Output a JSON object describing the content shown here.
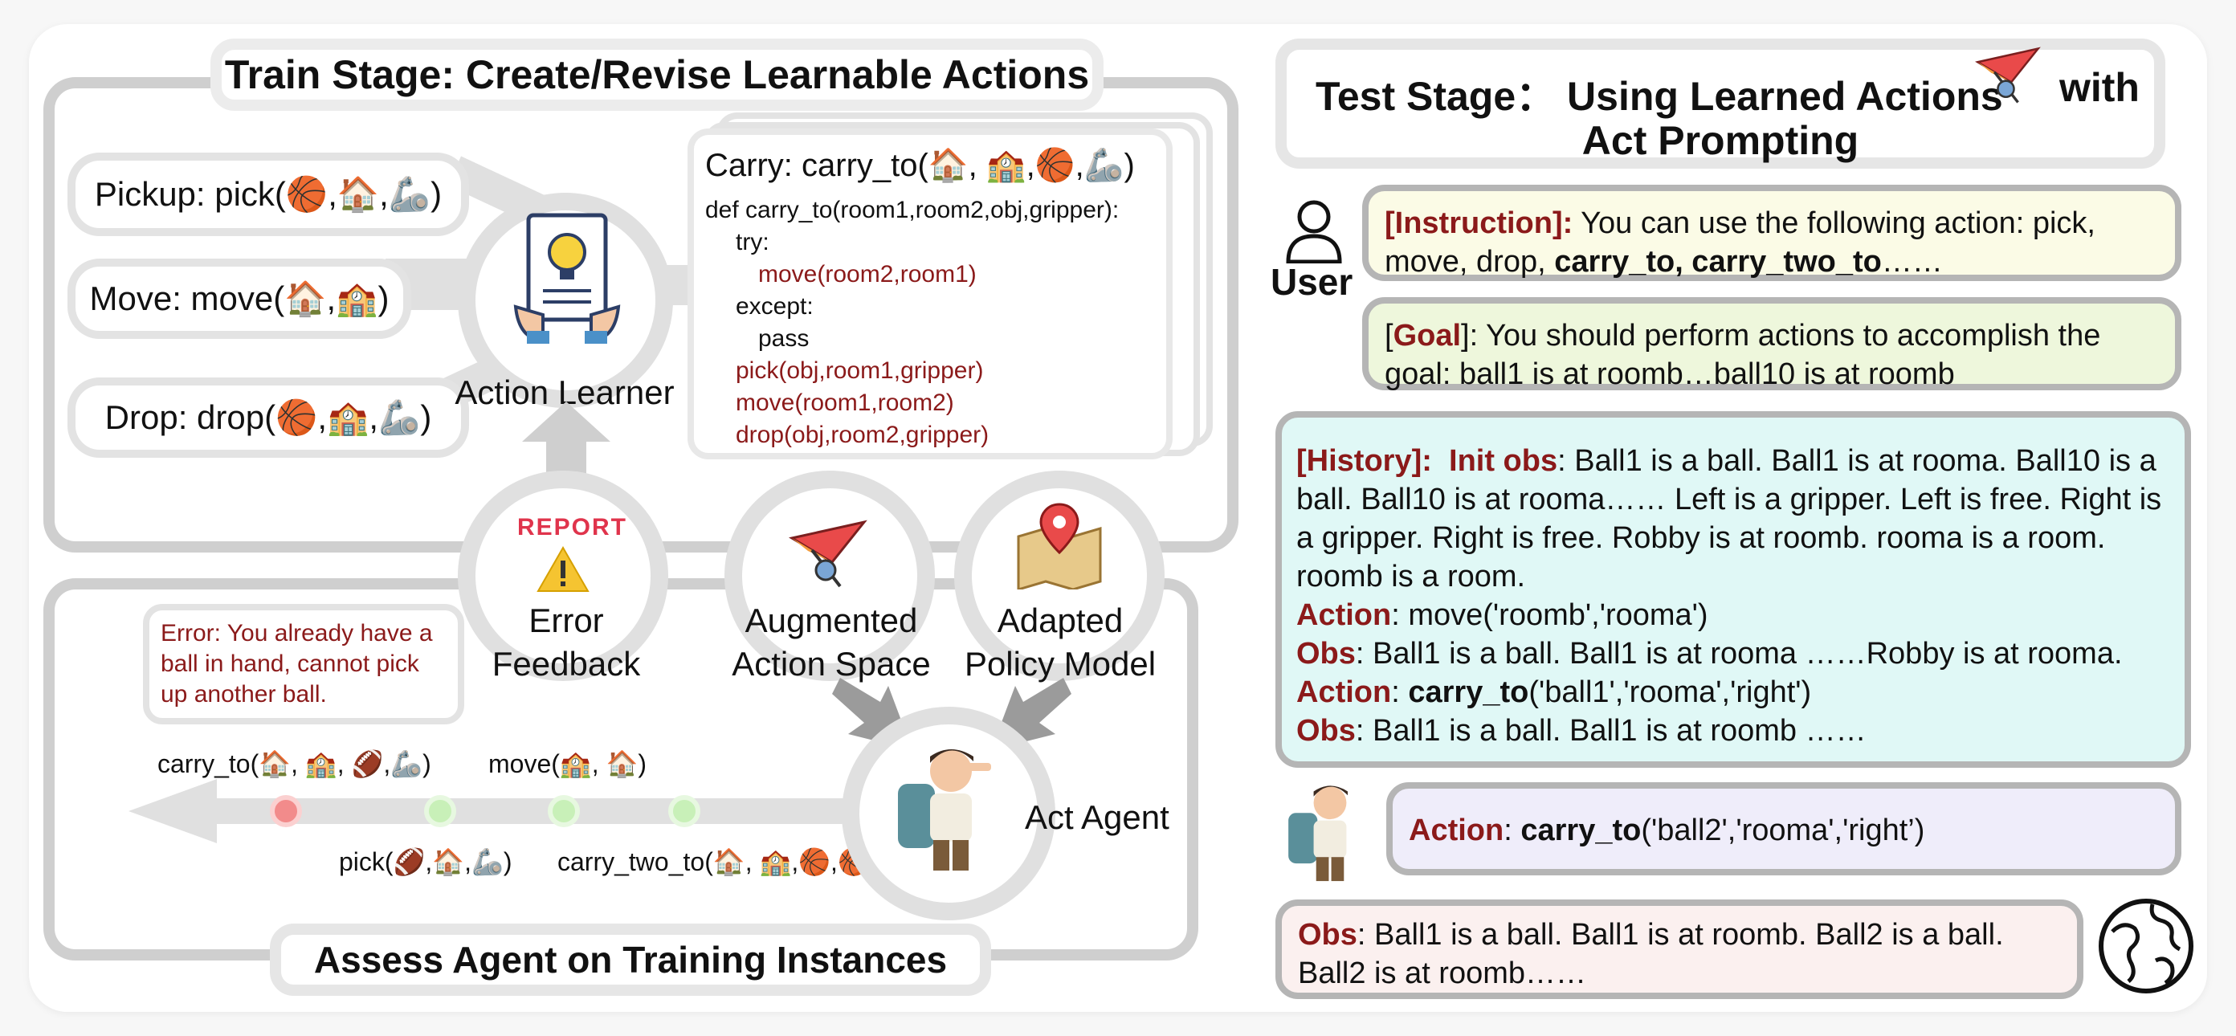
{
  "train_title": "Train Stage: Create/Revise Learnable Actions",
  "test_title_line1": "Test Stage： Using Learned Actions",
  "test_title_with": "with",
  "test_title_line2": "Act Prompting",
  "assess_title": "Assess Agent on Training Instances",
  "pickup_label": "Pickup:  pick(🏀,🏠,🦾)",
  "move_label": "Move:  move(🏠,🏫)",
  "drop_label": "Drop:  drop(🏀,🏫,🦾)",
  "action_learner": "Action Learner",
  "carry_header": "Carry:  carry_to(🏠, 🏫,🏀,🦾)",
  "code": {
    "def": "def carry_to(room1,room2,obj,gripper):",
    "try": "try:",
    "move1": "move(room2,room1)",
    "except": "except:",
    "pass": "pass",
    "pick": "pick(obj,room1,gripper)",
    "move2": "move(room1,room2)",
    "drop": "drop(obj,room2,gripper)"
  },
  "error_feedback": [
    "Error",
    "Feedback"
  ],
  "report_icon_text": "REPORT",
  "augmented_action_space": [
    "Augmented",
    "Action Space"
  ],
  "adapted_policy_model": [
    "Adapted",
    "Policy Model"
  ],
  "error_message": "Error: You already have a ball in hand, cannot pick up another ball.",
  "traj_labels": {
    "carry_to": "carry_to(🏠, 🏫, 🏈,🦾)",
    "move": "move(🏫, 🏠)",
    "pick": "pick(🏈,🏠,🦾)",
    "carry_two_to": "carry_two_to(🏠, 🏫,🏀,🏀)"
  },
  "act_agent": "Act Agent",
  "user_label": "User",
  "instruction": {
    "tag": "Instruction",
    "text_a": " You can use the following action: pick, move, drop, ",
    "text_bold": "carry_to, carry_two_to",
    "text_b": "……"
  },
  "goal": {
    "tag": "Goal",
    "text": ": You should perform actions to accomplish the goal: ball1 is at roomb…ball10 is at roomb"
  },
  "history": {
    "tag": "History",
    "init_obs_label": "Init obs",
    "init_obs": ": Ball1 is a ball.  Ball1 is at rooma.  Ball10 is a ball.  Ball10 is at rooma…… Left is a gripper.  Left is free.  Right is a gripper.  Right is free.  Robby is at roomb. rooma is a room. roomb is a room.",
    "action1_label": "Action",
    "action1": ": move('roomb','rooma')",
    "obs1_label": "Obs",
    "obs1": ": Ball1 is a ball.  Ball1 is at rooma ……Robby is at rooma.",
    "action2_label": "Action",
    "action2_fn": "carry_to",
    "action2_args": "('ball1','rooma','right')",
    "obs2_label": "Obs",
    "obs2": ": Ball1 is a ball. Ball1 is at roomb ……"
  },
  "agent_action": {
    "label": "Action",
    "fn": "carry_to",
    "args": "('ball2','rooma','right’)"
  },
  "final_obs": {
    "label": "Obs",
    "text": ": Ball1 is a ball. Ball1 is at roomb. Ball2 is a ball. Ball2 is at roomb……"
  },
  "colors": {
    "instruction_bg": "#fbfbe6",
    "goal_bg": "#eef7dc",
    "history_bg": "#e0f8f6",
    "action_bg": "#efedfa",
    "obs_bg": "#fbf0ef",
    "dark_red": "#8b1a1a",
    "grey": "#d6d6d6"
  }
}
